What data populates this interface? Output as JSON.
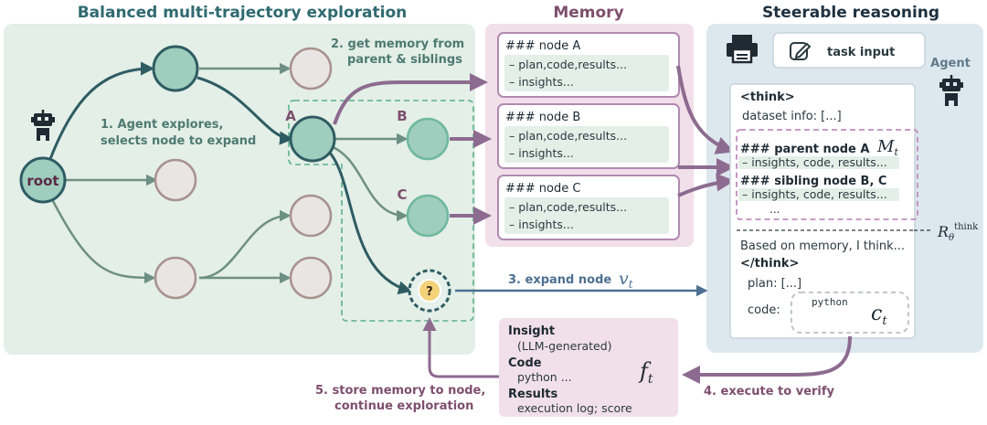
{
  "headings": {
    "exploration": "Balanced multi-trajectory exploration",
    "memory": "Memory",
    "reasoning": "Steerable reasoning"
  },
  "steps": {
    "s1_line1": "1. Agent explores,",
    "s1_line2": "selects node to expand",
    "s2_line1": "2. get memory from",
    "s2_line2": "parent & siblings",
    "s3_label": "3. expand node",
    "s3_math": "v_t",
    "s4_label": "4. execute to verify",
    "s5_line1": "5. store memory to node,",
    "s5_line2": "continue exploration"
  },
  "tree": {
    "root_label": "root",
    "node_a": "A",
    "node_b": "B",
    "node_c": "C",
    "unknown": "?"
  },
  "memory_cards": [
    {
      "title": "### node A",
      "line1": "– plan,code,results...",
      "line2": "– insights..."
    },
    {
      "title": "### node B",
      "line1": "– plan,code,results...",
      "line2": "– insights..."
    },
    {
      "title": "### node C",
      "line1": "– plan,code,results...",
      "line2": "– insights..."
    }
  ],
  "result_box": {
    "insight_title": "Insight",
    "insight_sub": "(LLM-generated)",
    "code_title": "Code",
    "code_sub": "python ...",
    "results_title": "Results",
    "results_sub": "execution log; score",
    "math": "f_t"
  },
  "reasoning": {
    "task_input": "task input",
    "agent_label": "Agent",
    "think_open": "<think>",
    "dataset_info": "dataset info: [...]",
    "parent_title": "### parent node A",
    "parent_sub": "– insights, code, results...",
    "sibling_title": "### sibling node B, C",
    "sibling_sub": "– insights, code, results...",
    "ellipsis": "...",
    "memory_math": "M_t",
    "r_math": "R_θ^think",
    "based_on": "Based on memory, I think...",
    "think_close": "</think>",
    "plan": "plan:  [...]",
    "code": "code:",
    "python": "python",
    "code_math": "c_t"
  },
  "colors": {
    "green_panel": "#e3efe7",
    "pink_panel": "#f1dfe9",
    "blue_panel": "#dde8ee",
    "teal_dark": "#2f5c63",
    "teal_fill": "#9fcdbe",
    "gray_node": "#e9e5e3",
    "gray_edge": "#6e8f84",
    "purple_arrow": "#8d6b90",
    "blue_arrow": "#4d7092",
    "step_text": "#4e7a72",
    "purple_text": "#7e4f6e"
  }
}
